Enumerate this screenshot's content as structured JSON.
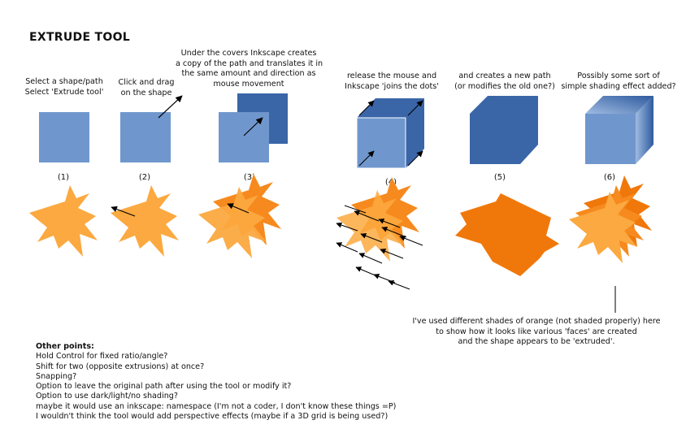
{
  "title": "EXTRUDE TOOL",
  "steps": [
    {
      "number": "(1)",
      "caption": [
        "Select a shape/path",
        "Select 'Extrude tool'"
      ]
    },
    {
      "number": "(2)",
      "caption": [
        "Click and drag",
        "on the shape"
      ]
    },
    {
      "number": "(3)",
      "caption": [
        "Under the covers Inkscape creates",
        "a copy of the path and translates it in",
        "the same amount and direction as",
        "mouse movement"
      ]
    },
    {
      "number": "(4)",
      "caption": [
        "release the mouse and",
        "Inkscape 'joins the dots'"
      ]
    },
    {
      "number": "(5)",
      "caption": [
        "and creates a new path",
        "(or modifies the old one?)"
      ]
    },
    {
      "number": "(6)",
      "caption": [
        "Possibly some sort of",
        "simple shading effect added?"
      ]
    }
  ],
  "shading_note": [
    "I've used different shades of orange (not shaded properly) here",
    "to show how it looks like various 'faces' are created",
    "and the shape appears to be 'extruded'."
  ],
  "other_points": {
    "heading": "Other points:",
    "items": [
      "Hold Control for fixed ratio/angle?",
      "Shift for two (opposite extrusions) at once?",
      "Snapping?",
      "Option to leave the original path after using the tool or modify it?",
      "Option to use dark/light/no shading?",
      "maybe it would use an inkscape: namespace (I'm not a coder, I don't know these things =P)",
      "I wouldn't think the tool would add perspective effects (maybe if a 3D grid is being used?)"
    ]
  },
  "colors": {
    "square_light": "#7097cd",
    "square_dark": "#3a66a8",
    "orange_light": "#fba940",
    "orange_mid": "#f68a1e",
    "orange_dark": "#f0780a"
  }
}
